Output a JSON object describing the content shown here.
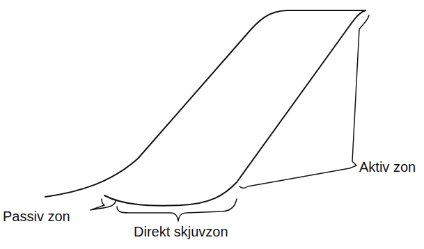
{
  "diagram": {
    "labels": [
      "Aktiv zon",
      "Passiv zon",
      "Direkt skjuvzon"
    ]
  }
}
